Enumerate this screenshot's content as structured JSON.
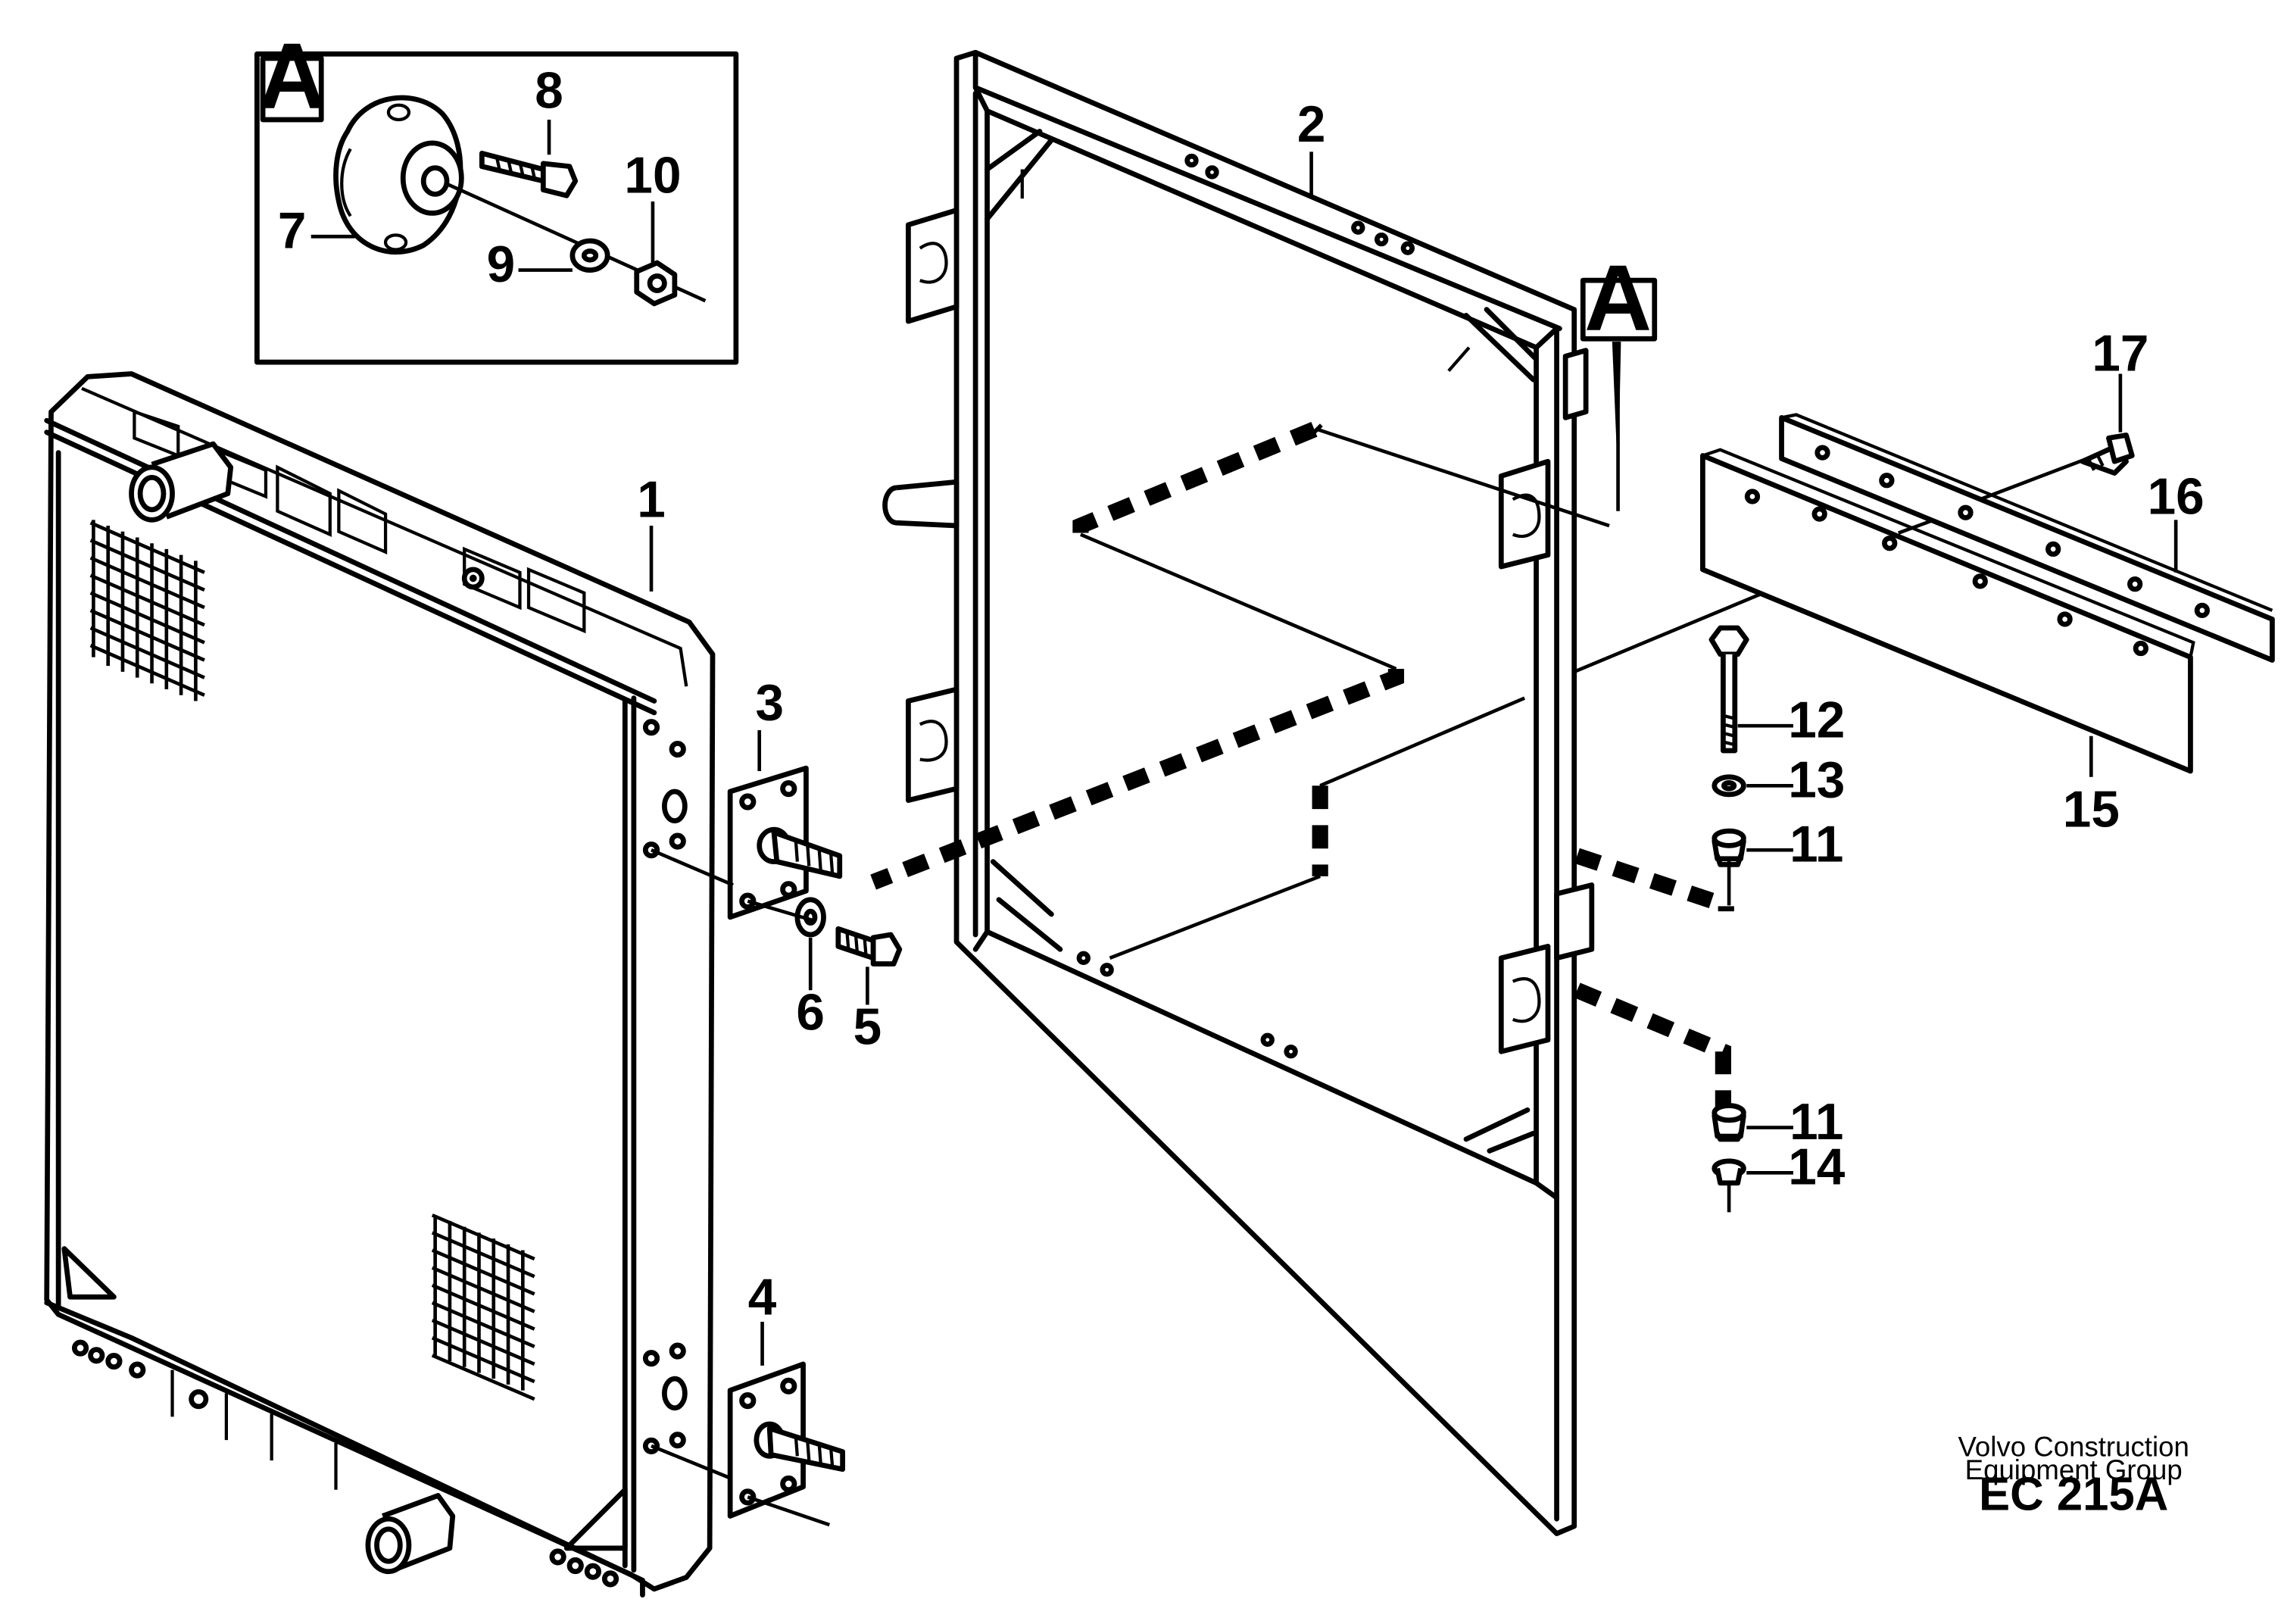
{
  "callouts": {
    "c1": "1",
    "c2": "2",
    "c3": "3",
    "c4": "4",
    "c5": "5",
    "c6": "6",
    "c7": "7",
    "c8": "8",
    "c9": "9",
    "c10": "10",
    "c11a": "11",
    "c11b": "11",
    "c12": "12",
    "c13": "13",
    "c14": "14",
    "c15": "15",
    "c16": "16",
    "c17": "17"
  },
  "detail_marker": {
    "inset_label": "A",
    "frame_label": "A"
  },
  "credit": {
    "line1": "Volvo Construction",
    "line2": "Equipment Group",
    "code": "EC 215A"
  },
  "icons": [
    "radiator-drawing",
    "shroud-frame-drawing",
    "strip-drawing",
    "bolt-drawing",
    "nut-drawing",
    "washer-drawing"
  ],
  "colors": {
    "ink": "#000000",
    "paper": "#ffffff"
  }
}
